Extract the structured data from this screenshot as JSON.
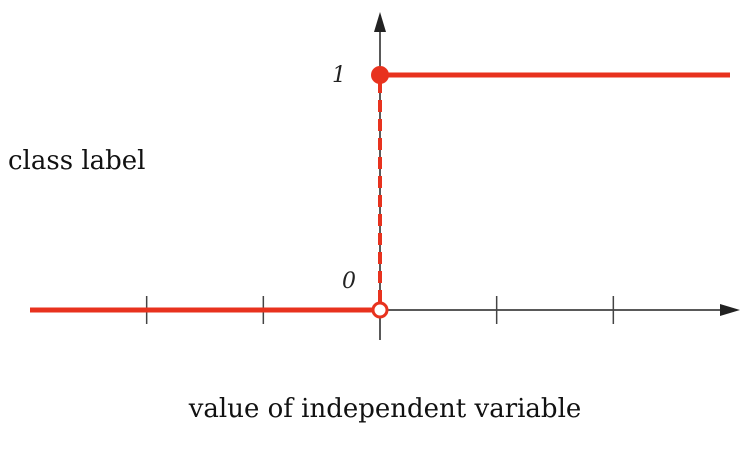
{
  "chart_data": {
    "type": "line",
    "title": "",
    "xlabel": "value of independent variable",
    "ylabel": "class label",
    "xlim": [
      -3,
      3
    ],
    "ylim": [
      0,
      1
    ],
    "x_ticks": [
      -2,
      -1,
      1,
      2
    ],
    "y_tick_labels": [
      "0",
      "1"
    ],
    "grid": false,
    "legend": "none",
    "series": [
      {
        "segments": [
          {
            "x": [
              -3,
              0
            ],
            "y": [
              0,
              0
            ]
          },
          {
            "x": [
              0,
              3
            ],
            "y": [
              1,
              1
            ]
          }
        ],
        "jump": {
          "x": 0,
          "from": 0,
          "to": 1,
          "style": "dashed"
        },
        "open_point": {
          "x": 0,
          "y": 0
        },
        "closed_point": {
          "x": 0,
          "y": 1
        }
      }
    ],
    "colors": {
      "series": "#e8321e",
      "axis": "#222222",
      "tick": "#444444"
    }
  }
}
